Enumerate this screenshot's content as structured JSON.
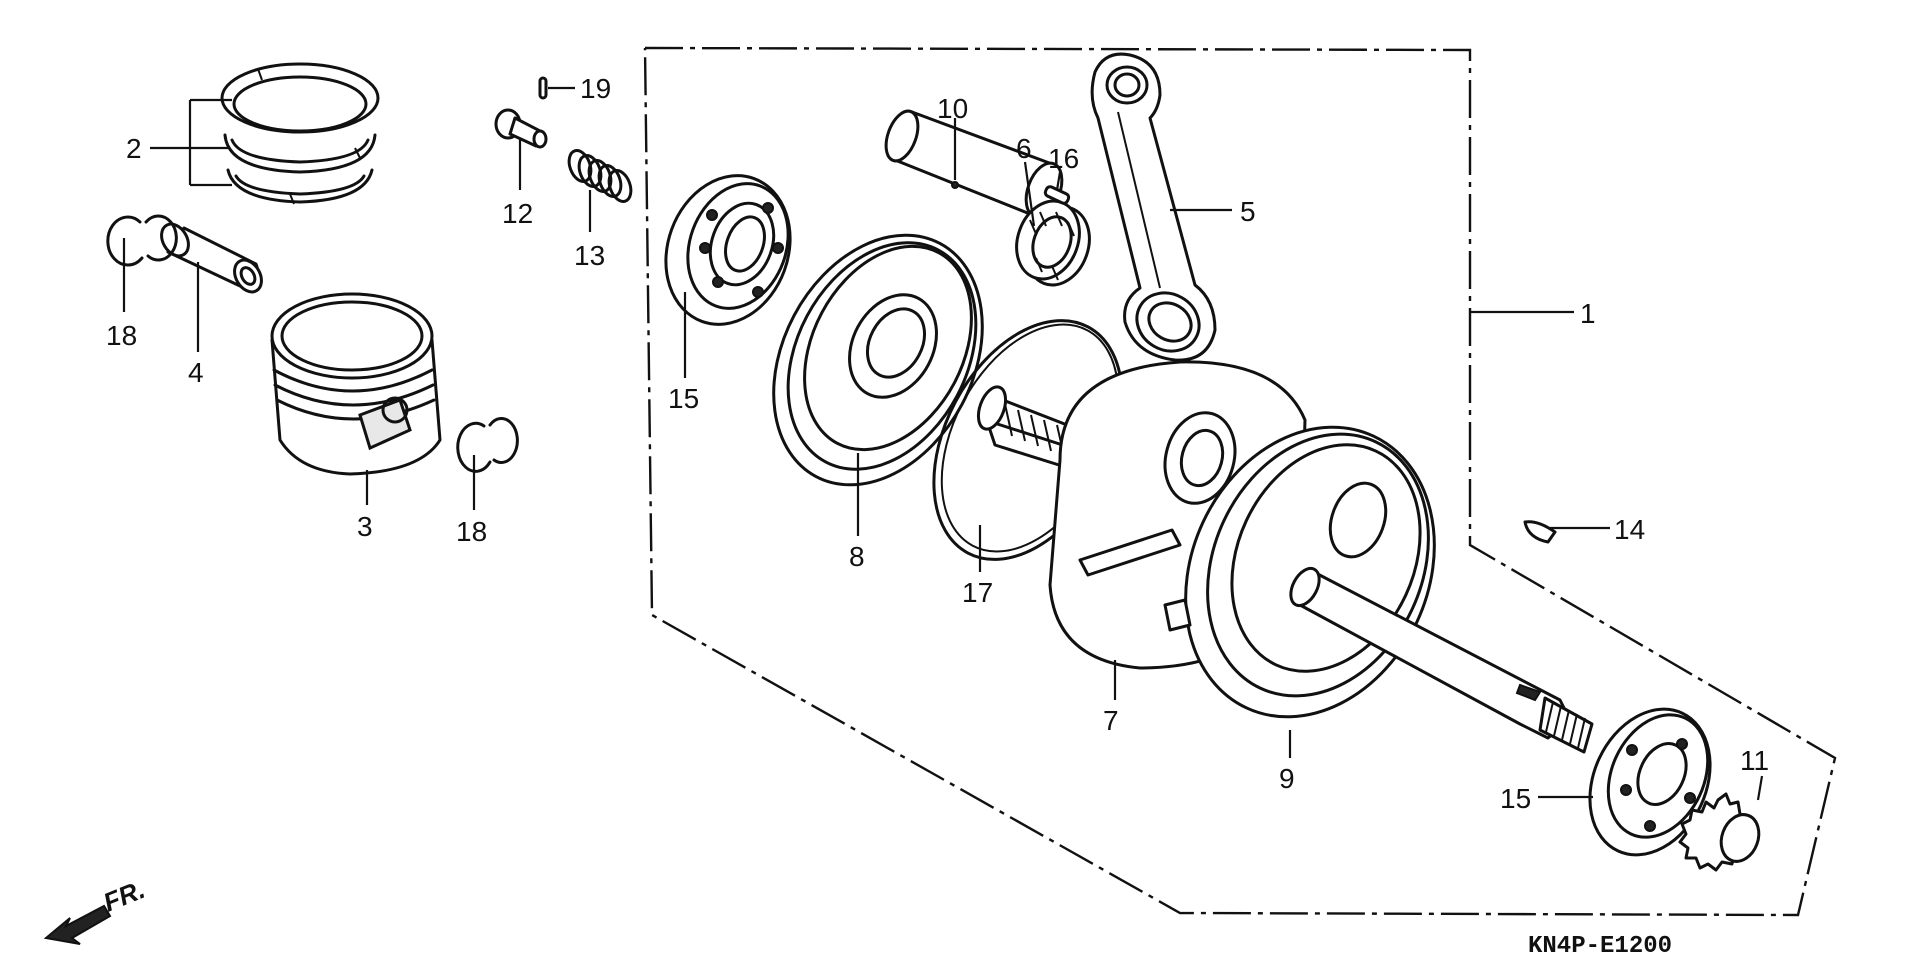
{
  "diagram": {
    "drawing_code": "KN4P-E1200",
    "direction_label": "FR.",
    "icons": [
      "front-direction-arrow-icon"
    ],
    "callouts": {
      "c1": "1",
      "c2": "2",
      "c3": "3",
      "c4": "4",
      "c5": "5",
      "c6": "6",
      "c7": "7",
      "c8": "8",
      "c9": "9",
      "c10": "10",
      "c11": "11",
      "c12": "12",
      "c13": "13",
      "c14": "14",
      "c15a": "15",
      "c15b": "15",
      "c16": "16",
      "c17": "17",
      "c18a": "18",
      "c18b": "18",
      "c19": "19"
    }
  }
}
